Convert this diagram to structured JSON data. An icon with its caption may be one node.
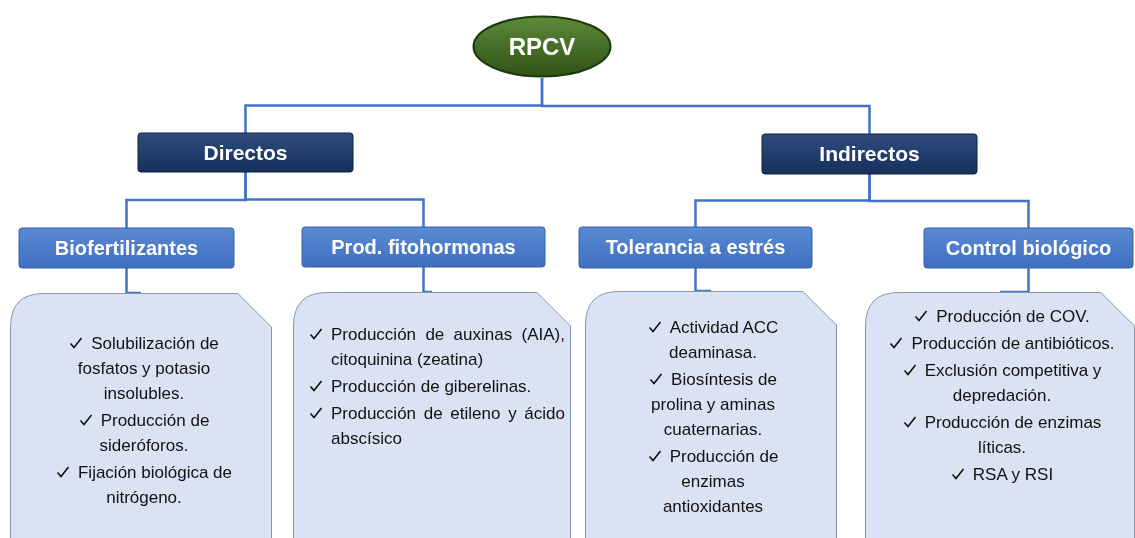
{
  "diagram": {
    "nodes": [
      {
        "text": [
          "RPCV"
        ]
      },
      {
        "text": [
          "Directos"
        ]
      },
      {
        "text": [
          "Indirectos"
        ]
      },
      {
        "text": [
          "Biofertilizantes"
        ]
      },
      {
        "text": [
          "Prod. fitohormonas"
        ]
      },
      {
        "text": [
          "Tolerancia a estrés"
        ]
      },
      {
        "text": [
          "Control biológico"
        ]
      },
      {
        "text": [
          "Solubilización de fosfatos y potasio insolubles.",
          "Producción de sideróforos.",
          "Fijación biológica de nitrógeno."
        ]
      },
      {
        "text": [
          "Producción de auxinas (AIA), citoquinina (zeatina)",
          "Producción de giberelinas.",
          "Producción de etileno y ácido abscísico"
        ]
      },
      {
        "text": [
          "Actividad ACC deaminasa.",
          "Biosíntesis de prolina y aminas cuaternarias.",
          "Producción de enzimas antioxidantes"
        ]
      },
      {
        "text": [
          "Producción de COV.",
          "Producción de antibióticos.",
          "Exclusión competitiva y depredación.",
          "Producción de enzimas líticas.",
          "RSA y RSI"
        ]
      }
    ],
    "edges": [
      {
        "from": 0,
        "to": 1,
        "arrow": "none"
      },
      {
        "from": 0,
        "to": 2,
        "arrow": "none"
      },
      {
        "from": 1,
        "to": 3,
        "arrow": "none"
      },
      {
        "from": 1,
        "to": 4,
        "arrow": "none"
      },
      {
        "from": 2,
        "to": 5,
        "arrow": "none"
      },
      {
        "from": 2,
        "to": 6,
        "arrow": "none"
      },
      {
        "from": 3,
        "to": 7,
        "arrow": "none"
      },
      {
        "from": 4,
        "to": 8,
        "arrow": "none"
      },
      {
        "from": 5,
        "to": 9,
        "arrow": "none"
      },
      {
        "from": 6,
        "to": 10,
        "arrow": "none"
      }
    ]
  }
}
